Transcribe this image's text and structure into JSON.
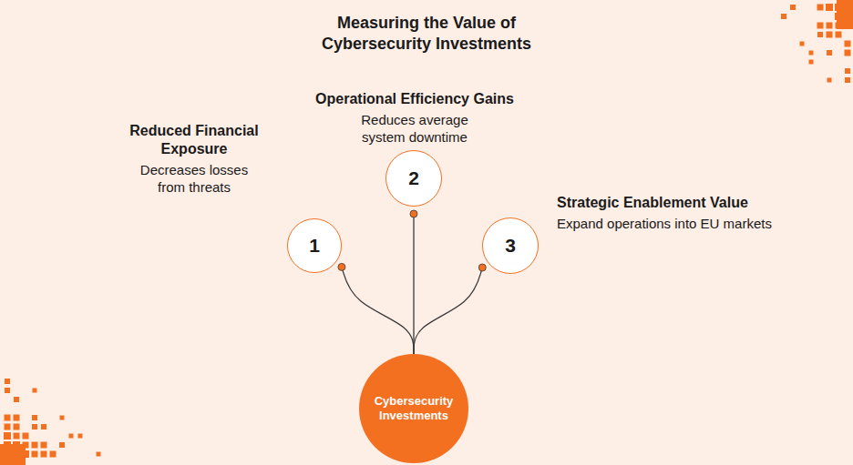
{
  "diagram": {
    "title": "Measuring the Value of Cybersecurity Investments",
    "nodes": [
      {
        "text": [
          "1",
          "Reduced Financial Exposure",
          "Decreases losses from threats"
        ]
      },
      {
        "text": [
          "2",
          "Operational Efficiency Gains",
          "Reduces average system downtime"
        ]
      },
      {
        "text": [
          "3",
          "Strategic Enablement Value",
          "Expand operations into EU markets"
        ]
      },
      {
        "text": [
          "Cybersecurity Investments"
        ]
      }
    ],
    "edges": [
      {
        "from": 3,
        "to": 0,
        "arrow": "none"
      },
      {
        "from": 3,
        "to": 1,
        "arrow": "none"
      },
      {
        "from": 3,
        "to": 2,
        "arrow": "none"
      }
    ]
  }
}
